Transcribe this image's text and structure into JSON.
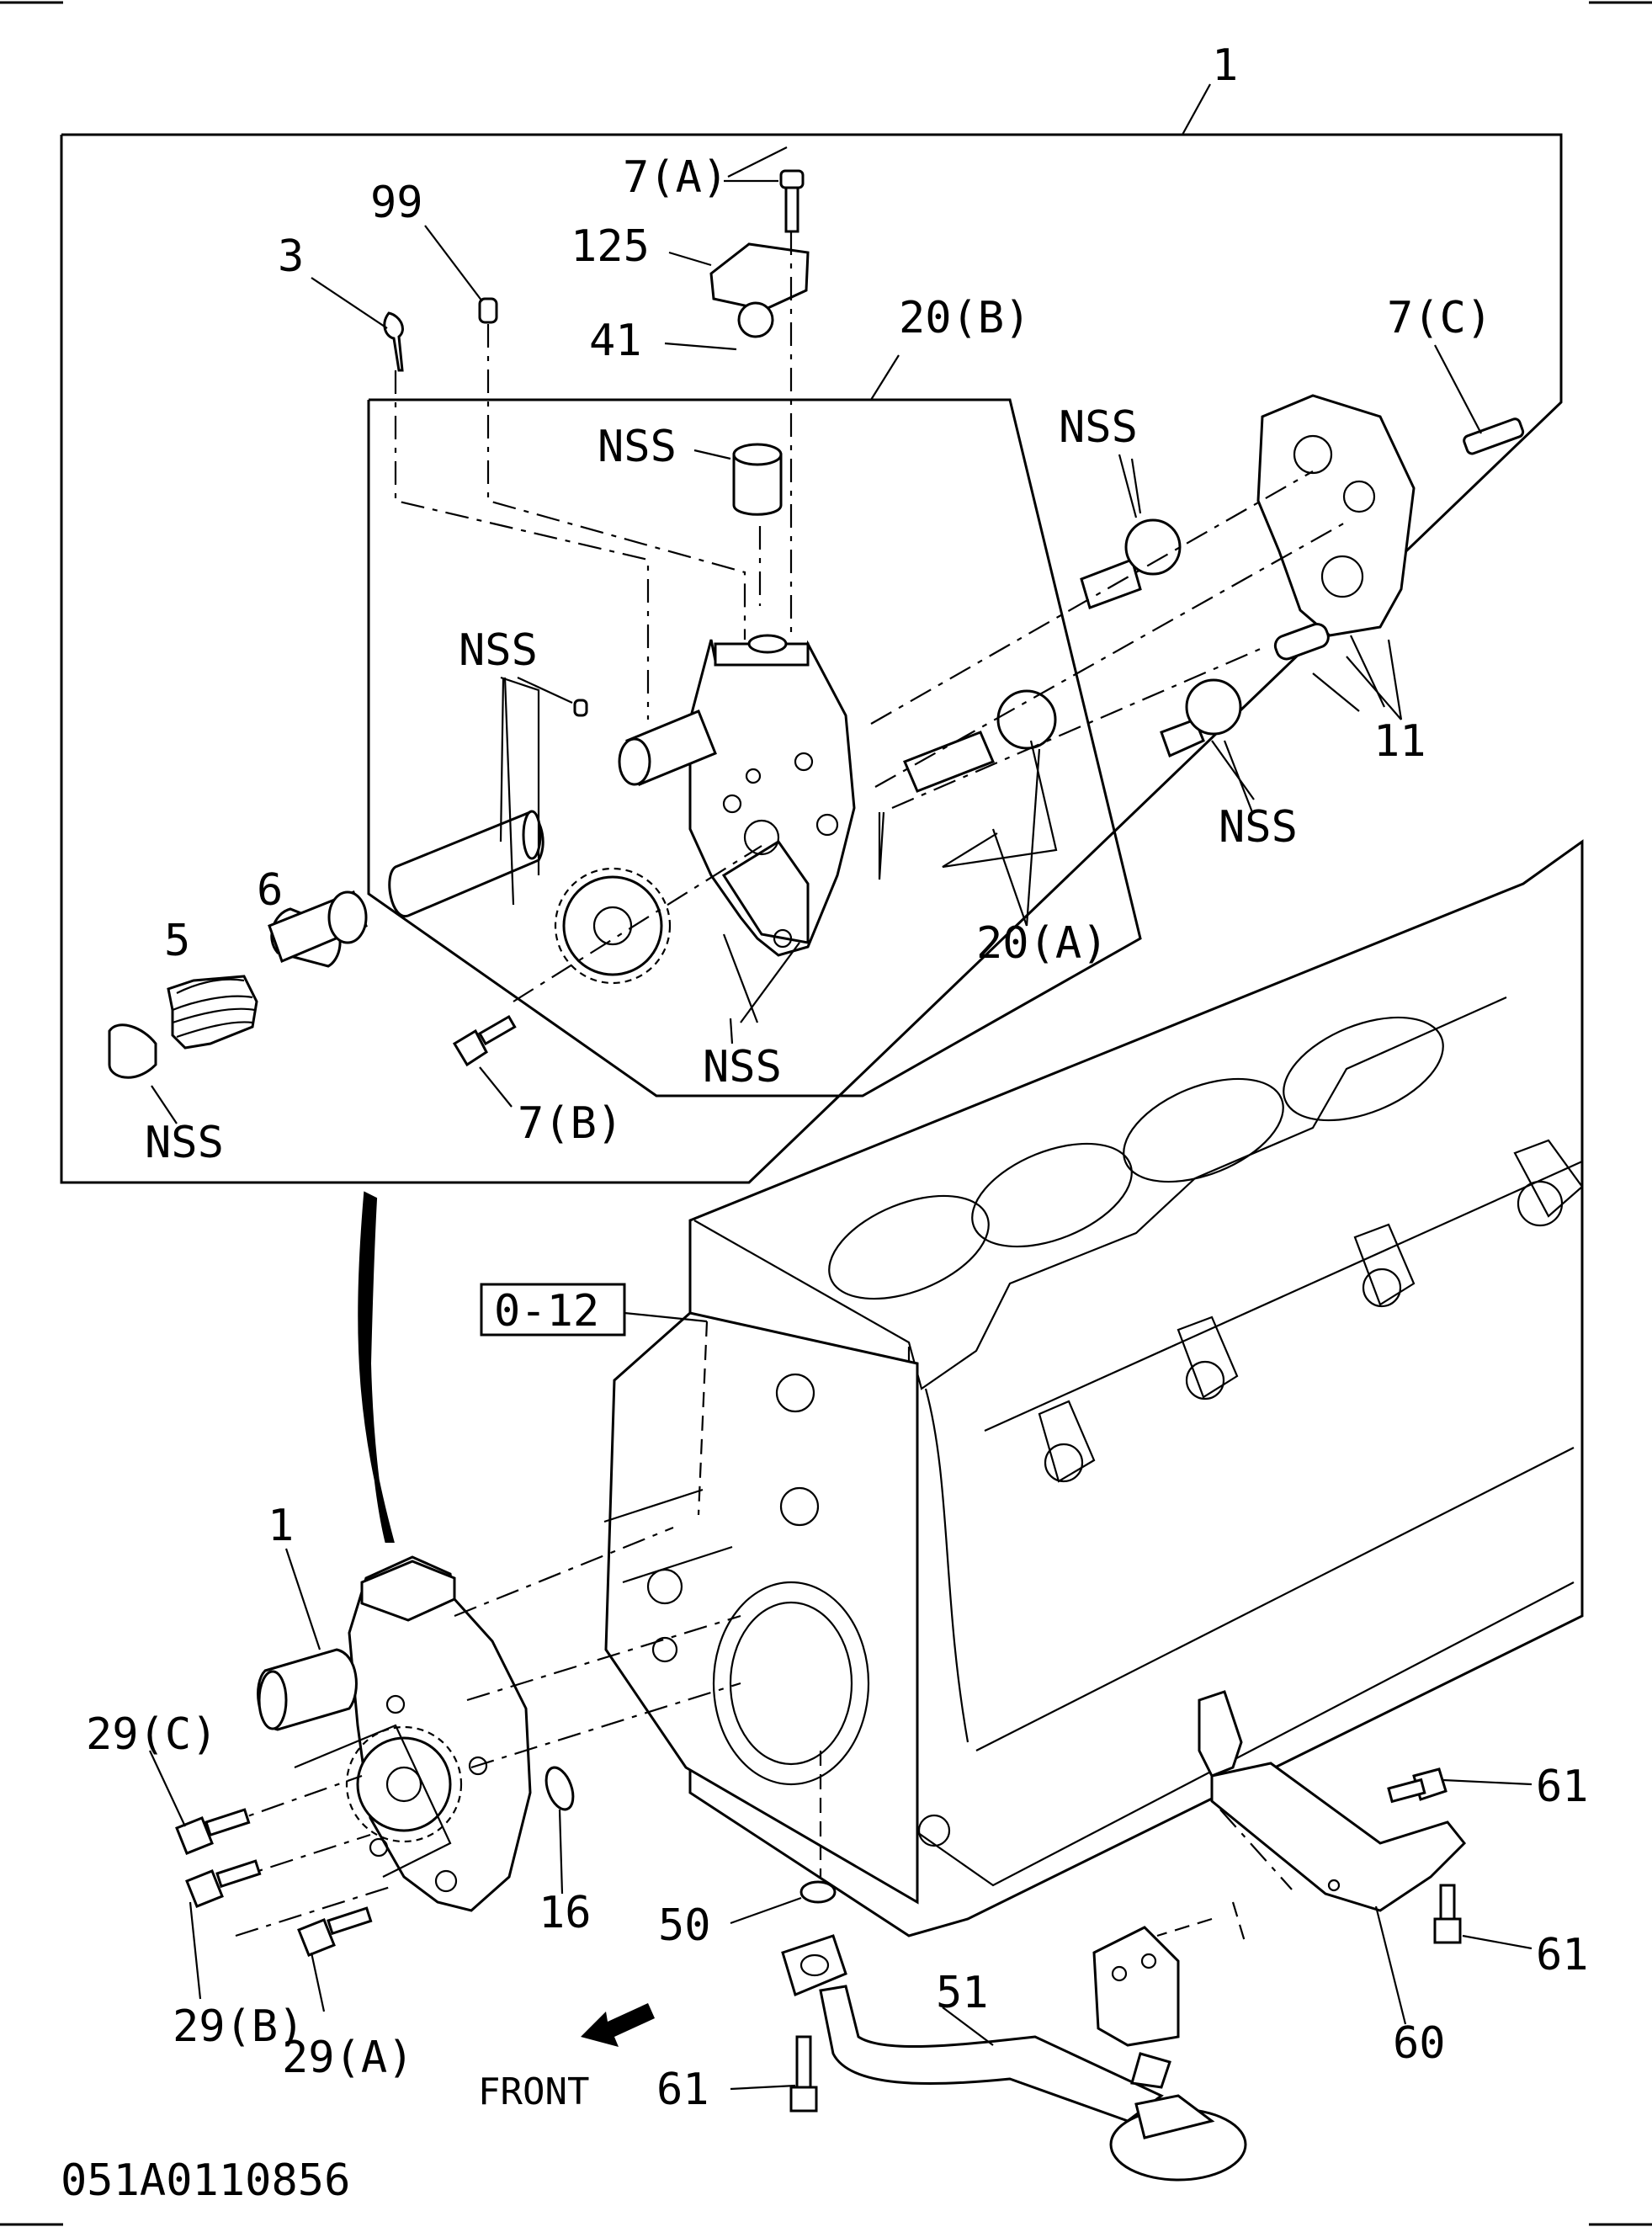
{
  "diagram": {
    "labels": {
      "assembly_top": "1",
      "bolt_7a": "7(A)",
      "bracket_125": "125",
      "plug_99": "99",
      "pin_3": "3",
      "ball_41": "41",
      "assembly_20b": "20(B)",
      "bolt_7c": "7(C)",
      "nss_sleeve": "NSS",
      "nss_gear_top": "NSS",
      "nss_left": "NSS",
      "pins_11": "11",
      "nss_gear_right": "NSS",
      "gears_20a": "20(A)",
      "valve_6": "6",
      "spring_5": "5",
      "nss_cap": "NSS",
      "nss_bottom": "NSS",
      "bolt_7b": "7(B)",
      "ref_box": "0-12",
      "assembly_lower": "1",
      "bolt_29c": "29(C)",
      "bolt_29b": "29(B)",
      "bolt_29a": "29(A)",
      "oring_16": "16",
      "gasket_50": "50",
      "pipe_51": "51",
      "bolt_61_top": "61",
      "bolt_61_mid": "61",
      "bracket_60": "60",
      "bolt_61_bottom": "61",
      "front": "FRONT",
      "drawing_number": "051A0110856"
    }
  }
}
